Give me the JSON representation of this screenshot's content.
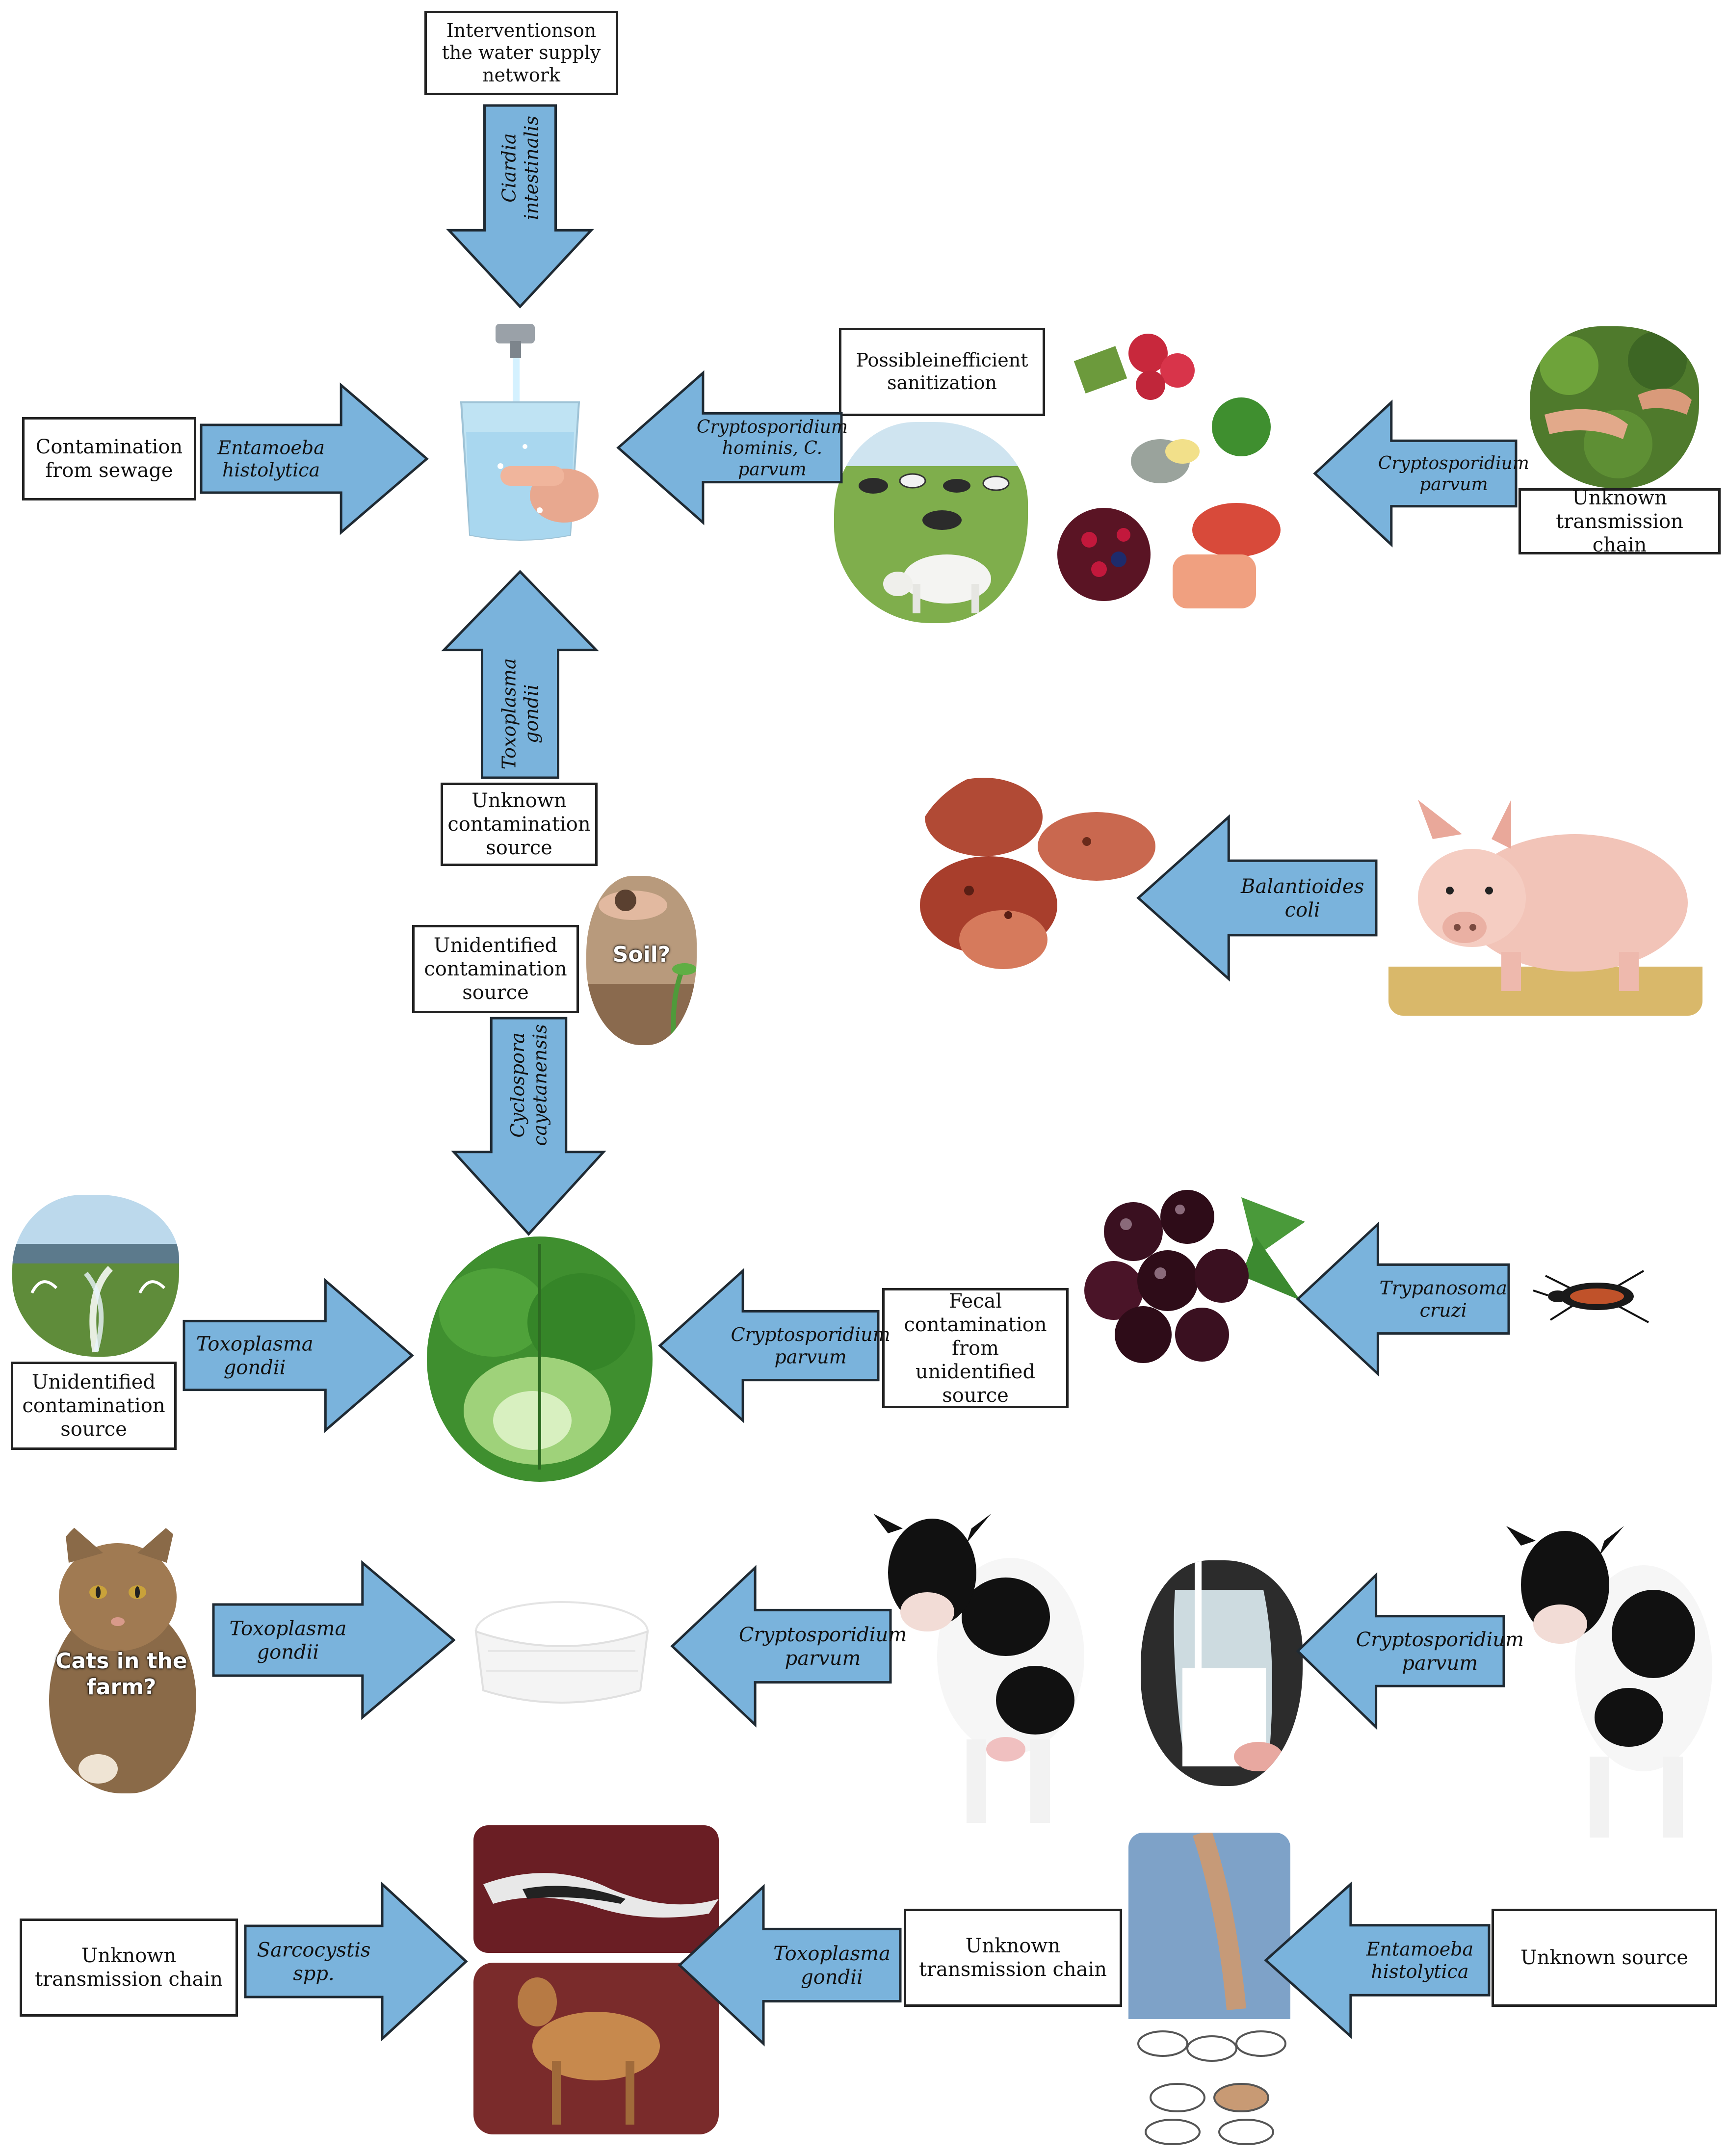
{
  "colors": {
    "arrow_fill": "#7ab3dc",
    "arrow_stroke": "#1f2a33",
    "box_border": "#222222",
    "water": "#bfe3f3",
    "grass": "#7fae4c",
    "lettuce": "#3f8f2f",
    "meat": "#7a2b2b",
    "pig": "#f2c4b8",
    "cheese": "#f4f4f4",
    "berry": "#3a1020"
  },
  "boxes": {
    "water_interventions": "Interventionson\nthe water supply\nnetwork",
    "sewage": "Contamination\nfrom sewage",
    "possible_sanitization": "Possibleinefficient\nsanitization",
    "unknown_chain_top": "Unknown\ntransmission chain",
    "unknown_contam_source": "Unknown\ncontamination\nsource",
    "unidentified_soil": "Unidentified\ncontamination\nsource",
    "unidentified_irrigation": "Unidentified\ncontamination\nsource",
    "fecal_contamination": "Fecal\ncontamination\nfrom\nunidentified\nsource",
    "unknown_chain_bl": "Unknown\ntransmission chain",
    "unknown_chain_bm": "Unknown\ntransmission chain",
    "unknown_source": "Unknown source"
  },
  "arrows": {
    "giardia": [
      "Ciardia",
      "intestinalis"
    ],
    "entamoeba_water": [
      "Entamoeba",
      "histolytica"
    ],
    "crypto_hominis": [
      "Cryptosporidium",
      "hominis, C.",
      "parvum"
    ],
    "crypto_produce": [
      "Cryptosporidium",
      "parvum"
    ],
    "toxo_water": [
      "Toxoplasma",
      "gondii"
    ],
    "balantioides": [
      "Balantioides",
      "coli"
    ],
    "cyclospora": [
      "Cyclospora",
      "cayetanensis"
    ],
    "toxo_lettuce": [
      "Toxoplasma",
      "gondii"
    ],
    "crypto_lettuce": [
      "Cryptosporidium",
      "parvum"
    ],
    "trypanosoma": [
      "Trypanosoma",
      "cruzi"
    ],
    "toxo_cheese": [
      "Toxoplasma",
      "gondii"
    ],
    "crypto_cheese": [
      "Cryptosporidium",
      "parvum"
    ],
    "crypto_milk": [
      "Cryptosporidium",
      "parvum"
    ],
    "sarcocystis": [
      "Sarcocystis",
      "spp."
    ],
    "toxo_meat": [
      "Toxoplasma",
      "gondii"
    ],
    "entamoeba_drink": [
      "Entamoeba",
      "histolytica"
    ]
  },
  "captions": {
    "soil": "Soil?",
    "cats": "Cats in the\nfarm?"
  },
  "images": {
    "water_glass": "water-glass",
    "cattle_pasture": "cattle-pasture",
    "fresh_produce": "fresh-produce",
    "harvest_hands": "harvest-hands",
    "dried_meat": "dried-meat",
    "pig": "pig",
    "soil": "soil",
    "irrigation": "irrigation-field",
    "lettuce": "lettuce",
    "acai": "acai-berries",
    "triatomine_bug": "triatomine-bug",
    "cat": "cat",
    "ricotta": "ricotta-cheese",
    "cow_left": "holstein-cow",
    "milk": "milk-bottle",
    "cow_right": "holstein-cow",
    "game_meat": "game-meat",
    "juice_cups": "juice-cups"
  }
}
